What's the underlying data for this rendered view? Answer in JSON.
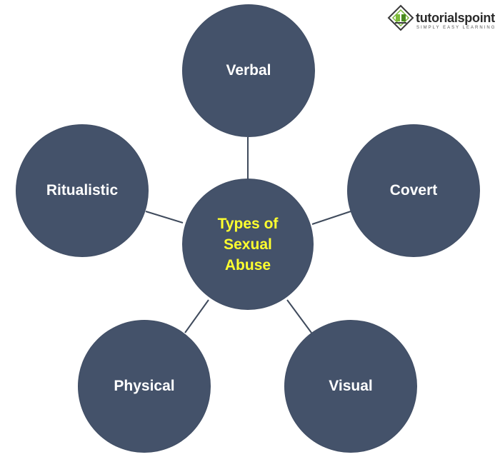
{
  "center": {
    "label_line1": "Types of",
    "label_line2": "Sexual",
    "label_line3": "Abuse",
    "text_color": "#ffff2e"
  },
  "nodes": [
    {
      "id": "verbal",
      "label": "Verbal"
    },
    {
      "id": "covert",
      "label": "Covert"
    },
    {
      "id": "visual",
      "label": "Visual"
    },
    {
      "id": "physical",
      "label": "Physical"
    },
    {
      "id": "ritualistic",
      "label": "Ritualistic"
    }
  ],
  "colors": {
    "node_fill": "#44526a",
    "connector": "#3f4a5c",
    "node_text": "#ffffff"
  },
  "logo": {
    "name": "tutorialspoint",
    "tagline": "SIMPLY EASY LEARNING",
    "icon": "tutorialspoint-logo-icon"
  }
}
